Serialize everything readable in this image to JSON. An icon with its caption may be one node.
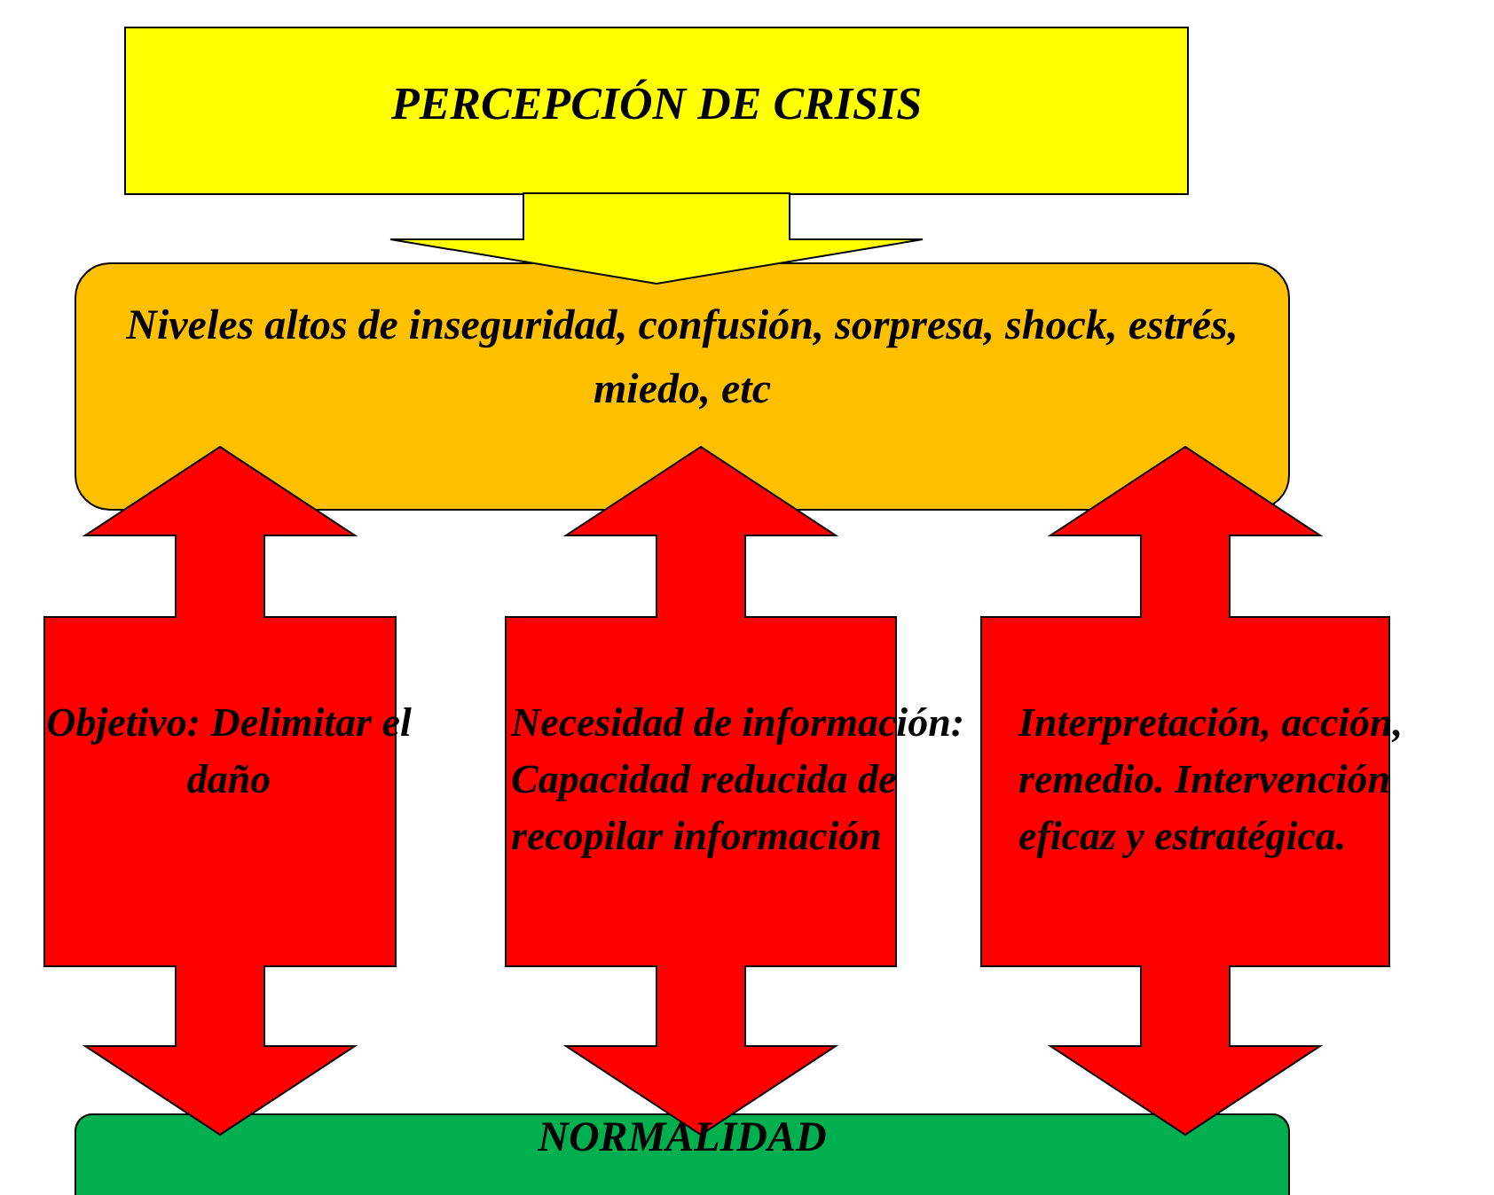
{
  "diagram": {
    "nodes": [
      {
        "text": [
          "PERCEPCIÓN DE CRISIS"
        ]
      },
      {
        "text": [
          "Niveles altos de inseguridad, confusión, sorpresa, shock, estrés, miedo, etc"
        ]
      },
      {
        "text": [
          "NORMALIDAD"
        ]
      }
    ],
    "edges": [
      {
        "from": 0,
        "to": 1,
        "arrow": "to",
        "style": "thick",
        "color": "#ffff00"
      },
      {
        "from": 1,
        "to": 2,
        "arrow": "both",
        "style": "thick",
        "color": "#ff0000",
        "label": "Objetivo: Delimitar el daño"
      },
      {
        "from": 1,
        "to": 2,
        "arrow": "both",
        "style": "thick",
        "color": "#ff0000",
        "label": "Necesidad de información: Capacidad reducida de recopilar información"
      },
      {
        "from": 1,
        "to": 2,
        "arrow": "both",
        "style": "thick",
        "color": "#ff0000",
        "label": "Interpretación, acción, remedio. Intervención eficaz y estratégica."
      }
    ]
  }
}
